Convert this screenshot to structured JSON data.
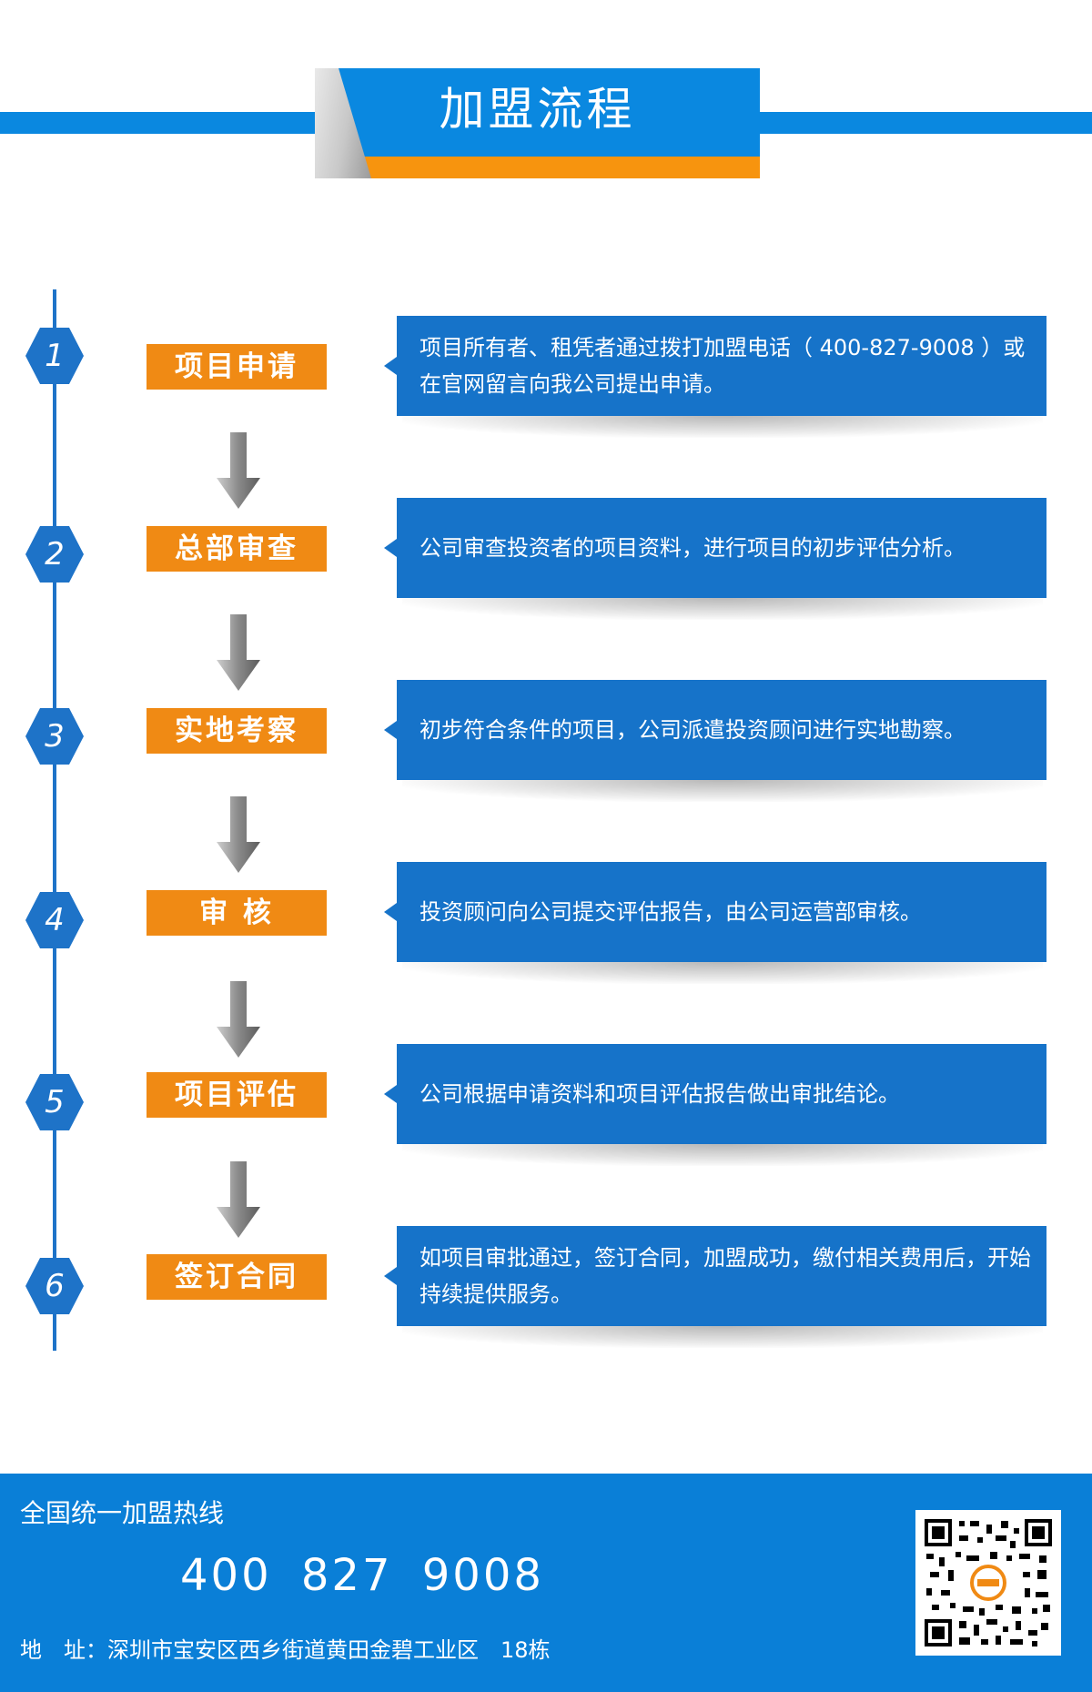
{
  "header": {
    "title": "加盟流程"
  },
  "steps": [
    {
      "number": "1",
      "label": "项目申请",
      "description": "项目所有者、租凭者通过拨打加盟电话（ 400-827-9008 ）或在官网留言向我公司提出申请。"
    },
    {
      "number": "2",
      "label": "总部审查",
      "description": "公司审查投资者的项目资料，进行项目的初步评估分析。"
    },
    {
      "number": "3",
      "label": "实地考察",
      "description": "初步符合条件的项目，公司派遣投资顾问进行实地勘察。"
    },
    {
      "number": "4",
      "label": "审 核",
      "description": "投资顾问向公司提交评估报告，由公司运营部审核。"
    },
    {
      "number": "5",
      "label": "项目评估",
      "description": "公司根据申请资料和项目评估报告做出审批结论。"
    },
    {
      "number": "6",
      "label": "签订合同",
      "description": "如项目审批通过，签订合同，加盟成功，缴付相关费用后，开始持续提供服务。"
    }
  ],
  "footer": {
    "hotline_label": "全国统一加盟热线",
    "phone": "400 827 9008",
    "address": "地　址：深圳市宝安区西乡街道黄田金碧工业区　18栋",
    "qr_icon": "qr-code-icon"
  },
  "colors": {
    "blue": "#0a88e0",
    "orange": "#f08a14",
    "dark_blue": "#1673c9"
  }
}
